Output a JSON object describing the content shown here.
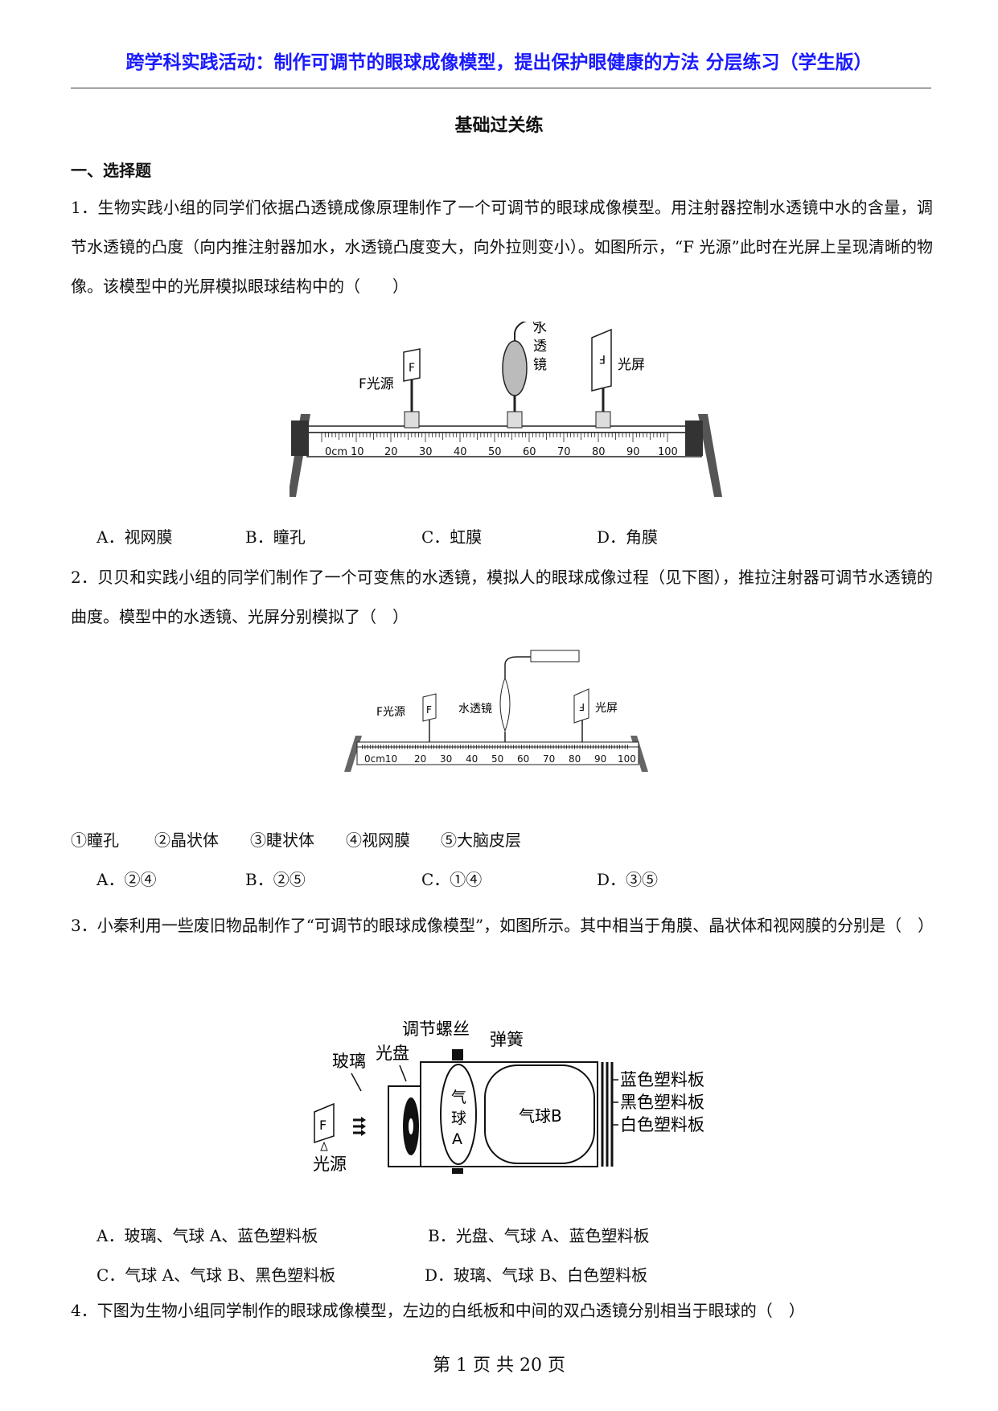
{
  "header": {
    "title": "跨学科实践活动：制作可调节的眼球成像模型，提出保护眼健康的方法  分层练习（学生版）"
  },
  "section_title": "基础过关练",
  "subsection": "一、选择题",
  "q1": {
    "text": "1．生物实践小组的同学们依据凸透镜成像原理制作了一个可调节的眼球成像模型。用注射器控制水透镜中水的含量，调节水透镜的凸度（向内推注射器加水，水透镜凸度变大，向外拉则变小）。如图所示，“F 光源”此时在光屏上呈现清晰的物像。该模型中的光屏模拟眼球结构中的（　　）",
    "figure": {
      "light": "F光源",
      "lens": [
        "水",
        "透",
        "镜"
      ],
      "screen": "光屏",
      "f_letter": "F",
      "ruler_labels": [
        "0cm",
        "10",
        "20",
        "30",
        "40",
        "50",
        "60",
        "70",
        "80",
        "90",
        "100"
      ]
    },
    "options": [
      "A．视网膜",
      "B．瞳孔",
      "C．虹膜",
      "D．角膜"
    ]
  },
  "q2": {
    "text": "2．贝贝和实践小组的同学们制作了一个可变焦的水透镜，模拟人的眼球成像过程（见下图），推拉注射器可调节水透镜的曲度。模型中的水透镜、光屏分别模拟了（　）",
    "figure": {
      "light": "F光源",
      "lens": "水透镜",
      "screen": "光屏",
      "f_letter": "F",
      "ruler_labels": [
        "0cm10",
        "20",
        "30",
        "40",
        "50",
        "60",
        "70",
        "80",
        "90",
        "100"
      ]
    },
    "items": [
      "①瞳孔",
      "②晶状体",
      "③睫状体",
      "④视网膜",
      "⑤大脑皮层"
    ],
    "options": [
      "A．②④",
      "B．②⑤",
      "C．①④",
      "D．③⑤"
    ]
  },
  "q3": {
    "text": "3．小秦利用一些废旧物品制作了“可调节的眼球成像模型”，如图所示。其中相当于角膜、晶状体和视网膜的分别是（　）",
    "figure": {
      "screw": "调节螺丝",
      "spring": "弹簧",
      "glass": "玻璃",
      "disc": "光盘",
      "balloon_a": [
        "气",
        "球",
        "A"
      ],
      "balloon_b": "气球B",
      "blue": "蓝色塑料板",
      "black": "黑色塑料板",
      "white": "白色塑料板",
      "f_letter": "F",
      "source": "光源"
    },
    "options": [
      "A．玻璃、气球 A、蓝色塑料板",
      "B．光盘、气球 A、蓝色塑料板",
      "C．气球 A、气球 B、黑色塑料板",
      "D．玻璃、气球 B、白色塑料板"
    ]
  },
  "q4": {
    "text": "4．下图为生物小组同学制作的眼球成像模型，左边的白纸板和中间的双凸透镜分别相当于眼球的（　）"
  },
  "footer": {
    "page": "第  1  页  共  20  页"
  }
}
